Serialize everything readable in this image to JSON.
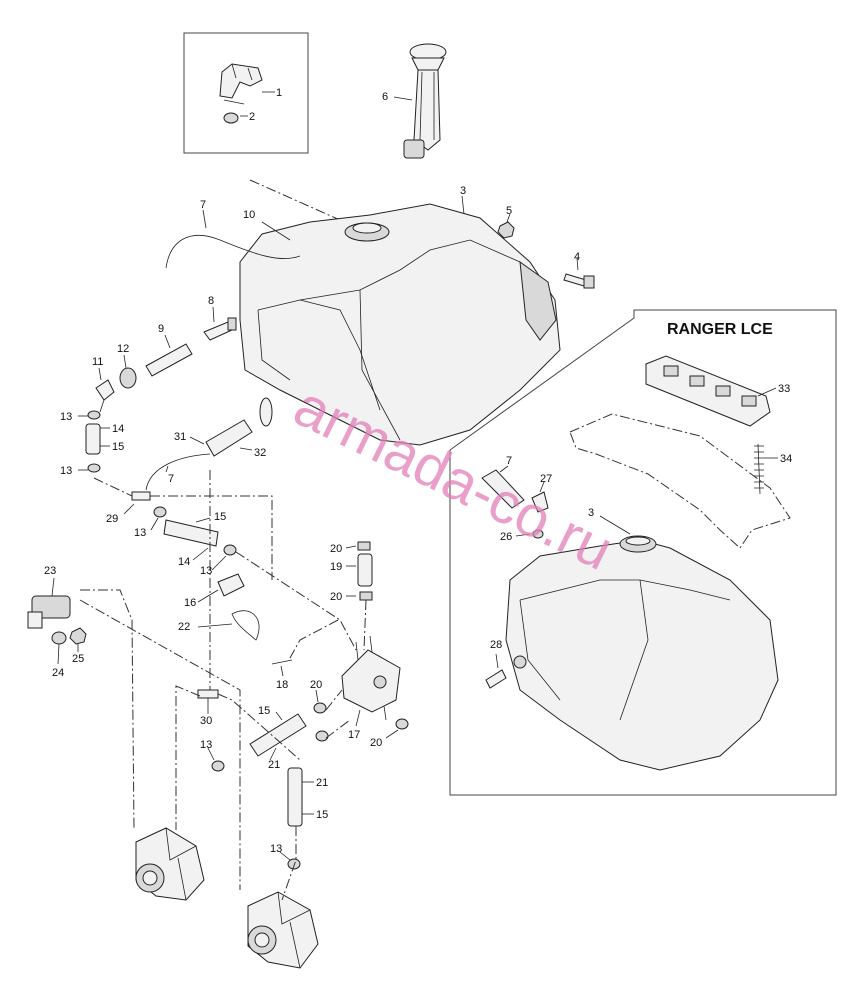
{
  "inset_title": "RANGER LCE",
  "watermark": "armada-co.ru",
  "callouts": {
    "c1": "1",
    "c2": "2",
    "c3": "3",
    "c3b": "3",
    "c4": "4",
    "c5": "5",
    "c6": "6",
    "c7": "7",
    "c7b": "7",
    "c7c": "7",
    "c8": "8",
    "c9": "9",
    "c10": "10",
    "c11": "11",
    "c12": "12",
    "c13a": "13",
    "c13b": "13",
    "c13c": "13",
    "c13d": "13",
    "c13e": "13",
    "c13f": "13",
    "c14a": "14",
    "c14b": "14",
    "c15a": "15",
    "c15b": "15",
    "c15c": "15",
    "c15d": "15",
    "c16": "16",
    "c17": "17",
    "c18": "18",
    "c19": "19",
    "c20a": "20",
    "c20b": "20",
    "c20c": "20",
    "c20d": "20",
    "c21a": "21",
    "c21b": "21",
    "c22": "22",
    "c23": "23",
    "c24": "24",
    "c25": "25",
    "c26": "26",
    "c27": "27",
    "c28": "28",
    "c29": "29",
    "c30": "30",
    "c31": "31",
    "c32": "32",
    "c33": "33",
    "c34": "34"
  }
}
